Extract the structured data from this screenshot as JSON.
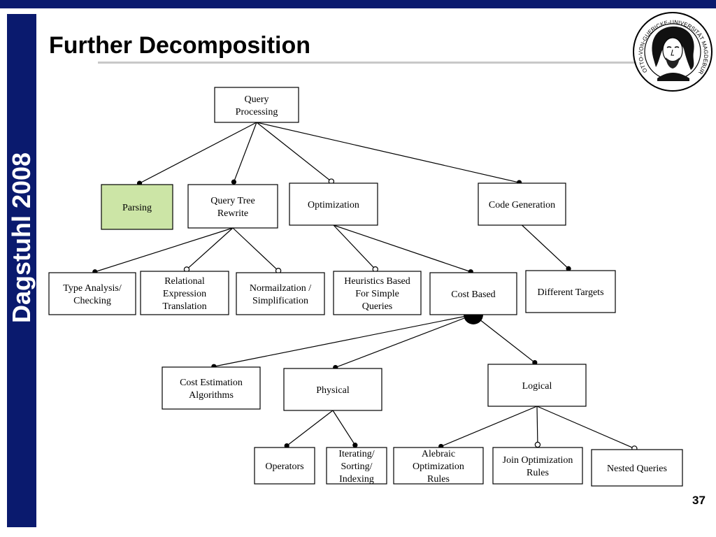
{
  "slide": {
    "title": "Further Decomposition",
    "side_label": "Dagstuhl 2008",
    "page_number": "37"
  },
  "seal": {
    "inscription": "OTTO-VON-GUERICKE-UNIVERSITÄT MAGDEBURG"
  },
  "diagram": {
    "nodes": [
      {
        "id": "query-processing",
        "lines": [
          "Query",
          "Processing"
        ]
      },
      {
        "id": "parsing",
        "lines": [
          "Parsing"
        ],
        "highlight": "#cce5a6"
      },
      {
        "id": "query-tree-rewrite",
        "lines": [
          "Query Tree",
          "Rewrite"
        ]
      },
      {
        "id": "optimization",
        "lines": [
          "Optimization"
        ]
      },
      {
        "id": "code-generation",
        "lines": [
          "Code Generation"
        ]
      },
      {
        "id": "type-analysis",
        "lines": [
          "Type Analysis/",
          "Checking"
        ]
      },
      {
        "id": "relational-expression",
        "lines": [
          "Relational",
          "Expression",
          "Translation"
        ]
      },
      {
        "id": "normalization",
        "lines": [
          "Normailzation /",
          "Simplification"
        ]
      },
      {
        "id": "heuristics",
        "lines": [
          "Heuristics Based",
          "For Simple",
          "Queries"
        ]
      },
      {
        "id": "cost-based",
        "lines": [
          "Cost Based"
        ]
      },
      {
        "id": "different-targets",
        "lines": [
          "Different Targets"
        ]
      },
      {
        "id": "cost-estimation",
        "lines": [
          "Cost Estimation",
          "Algorithms"
        ]
      },
      {
        "id": "physical",
        "lines": [
          "Physical"
        ]
      },
      {
        "id": "logical",
        "lines": [
          "Logical"
        ]
      },
      {
        "id": "operators",
        "lines": [
          "Operators"
        ]
      },
      {
        "id": "iterating",
        "lines": [
          "Iterating/",
          "Sorting/",
          "Indexing"
        ]
      },
      {
        "id": "algebraic",
        "lines": [
          "Alebraic",
          "Optimization",
          "Rules"
        ]
      },
      {
        "id": "join-optimization",
        "lines": [
          "Join Optimization",
          "Rules"
        ]
      },
      {
        "id": "nested-queries",
        "lines": [
          "Nested Queries"
        ]
      }
    ],
    "edges": [
      {
        "from": "query-processing",
        "to": "parsing",
        "kind": "mandatory"
      },
      {
        "from": "query-processing",
        "to": "query-tree-rewrite",
        "kind": "mandatory"
      },
      {
        "from": "query-processing",
        "to": "optimization",
        "kind": "optional"
      },
      {
        "from": "query-processing",
        "to": "code-generation",
        "kind": "mandatory"
      },
      {
        "from": "query-tree-rewrite",
        "to": "type-analysis",
        "kind": "mandatory"
      },
      {
        "from": "query-tree-rewrite",
        "to": "relational-expression",
        "kind": "optional"
      },
      {
        "from": "query-tree-rewrite",
        "to": "normalization",
        "kind": "optional"
      },
      {
        "from": "optimization",
        "to": "heuristics",
        "kind": "optional"
      },
      {
        "from": "optimization",
        "to": "cost-based",
        "kind": "mandatory"
      },
      {
        "from": "code-generation",
        "to": "different-targets",
        "kind": "mandatory"
      },
      {
        "from": "cost-based",
        "to": "cost-estimation",
        "kind": "mandatory"
      },
      {
        "from": "cost-based",
        "to": "physical",
        "kind": "mandatory"
      },
      {
        "from": "cost-based",
        "to": "logical",
        "kind": "mandatory"
      },
      {
        "from": "physical",
        "to": "operators",
        "kind": "mandatory"
      },
      {
        "from": "physical",
        "to": "iterating",
        "kind": "mandatory"
      },
      {
        "from": "logical",
        "to": "algebraic",
        "kind": "mandatory"
      },
      {
        "from": "logical",
        "to": "join-optimization",
        "kind": "optional"
      },
      {
        "from": "logical",
        "to": "nested-queries",
        "kind": "optional"
      }
    ],
    "groups": [
      {
        "parent": "cost-based",
        "kind": "or"
      }
    ]
  }
}
